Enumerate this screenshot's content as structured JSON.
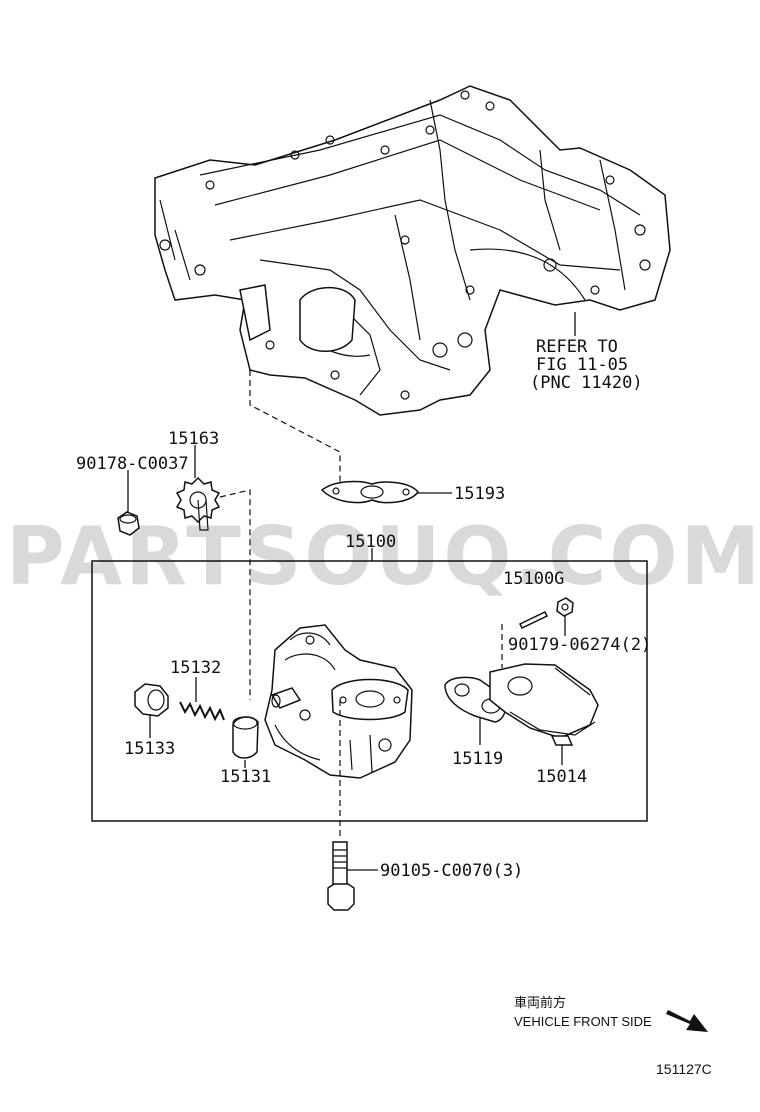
{
  "watermark": "PARTSOUQ.COM",
  "labels": {
    "p15163": "15163",
    "p90178": "90178-C0037",
    "p15193": "15193",
    "p15100": "15100",
    "p15100g": "15100G",
    "p90179": "90179-06274(2)",
    "p15132": "15132",
    "p15133": "15133",
    "p15131": "15131",
    "p15119": "15119",
    "p15014": "15014",
    "p90105": "90105-C0070(3)"
  },
  "refer": {
    "line1": "REFER TO",
    "line2": "FIG 11-05",
    "line3": "(PNC 11420)"
  },
  "front_side": {
    "japanese": "車両前方",
    "english": "VEHICLE FRONT SIDE"
  },
  "figure_code": "151127C"
}
